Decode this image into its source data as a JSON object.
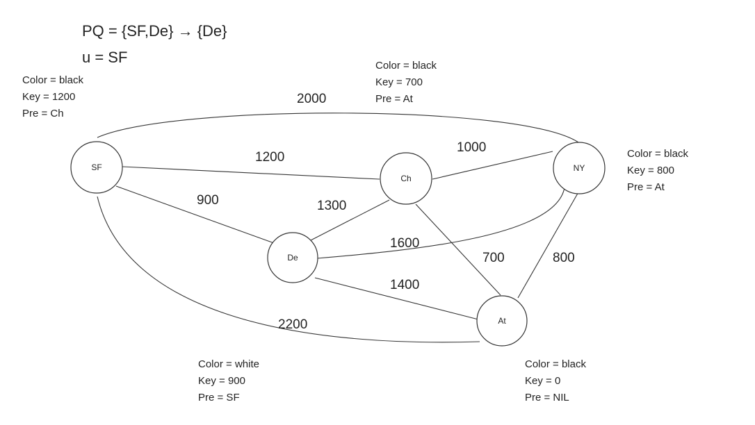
{
  "header": {
    "pq": "PQ = {SF,De} → {De}",
    "u": "u = SF"
  },
  "nodes": {
    "SF": {
      "label": "SF",
      "color": "Color = black",
      "key": "Key = 1200",
      "pre": "Pre = Ch"
    },
    "Ch": {
      "label": "Ch",
      "color": "Color = black",
      "key": "Key = 700",
      "pre": "Pre = At"
    },
    "NY": {
      "label": "NY",
      "color": "Color = black",
      "key": "Key = 800",
      "pre": "Pre = At"
    },
    "De": {
      "label": "De",
      "color": "Color = white",
      "key": "Key = 900",
      "pre": "Pre = SF"
    },
    "At": {
      "label": "At",
      "color": "Color = black",
      "key": "Key = 0",
      "pre": "Pre = NIL"
    }
  },
  "edges": [
    {
      "from": "SF",
      "to": "NY",
      "weight": "2000"
    },
    {
      "from": "SF",
      "to": "Ch",
      "weight": "1200"
    },
    {
      "from": "Ch",
      "to": "NY",
      "weight": "1000"
    },
    {
      "from": "SF",
      "to": "De",
      "weight": "900"
    },
    {
      "from": "De",
      "to": "Ch",
      "weight": "1300"
    },
    {
      "from": "De",
      "to": "NY",
      "weight": "1600"
    },
    {
      "from": "Ch",
      "to": "At",
      "weight": "700"
    },
    {
      "from": "NY",
      "to": "At",
      "weight": "800"
    },
    {
      "from": "De",
      "to": "At",
      "weight": "1400"
    },
    {
      "from": "SF",
      "to": "At",
      "weight": "2200"
    }
  ]
}
